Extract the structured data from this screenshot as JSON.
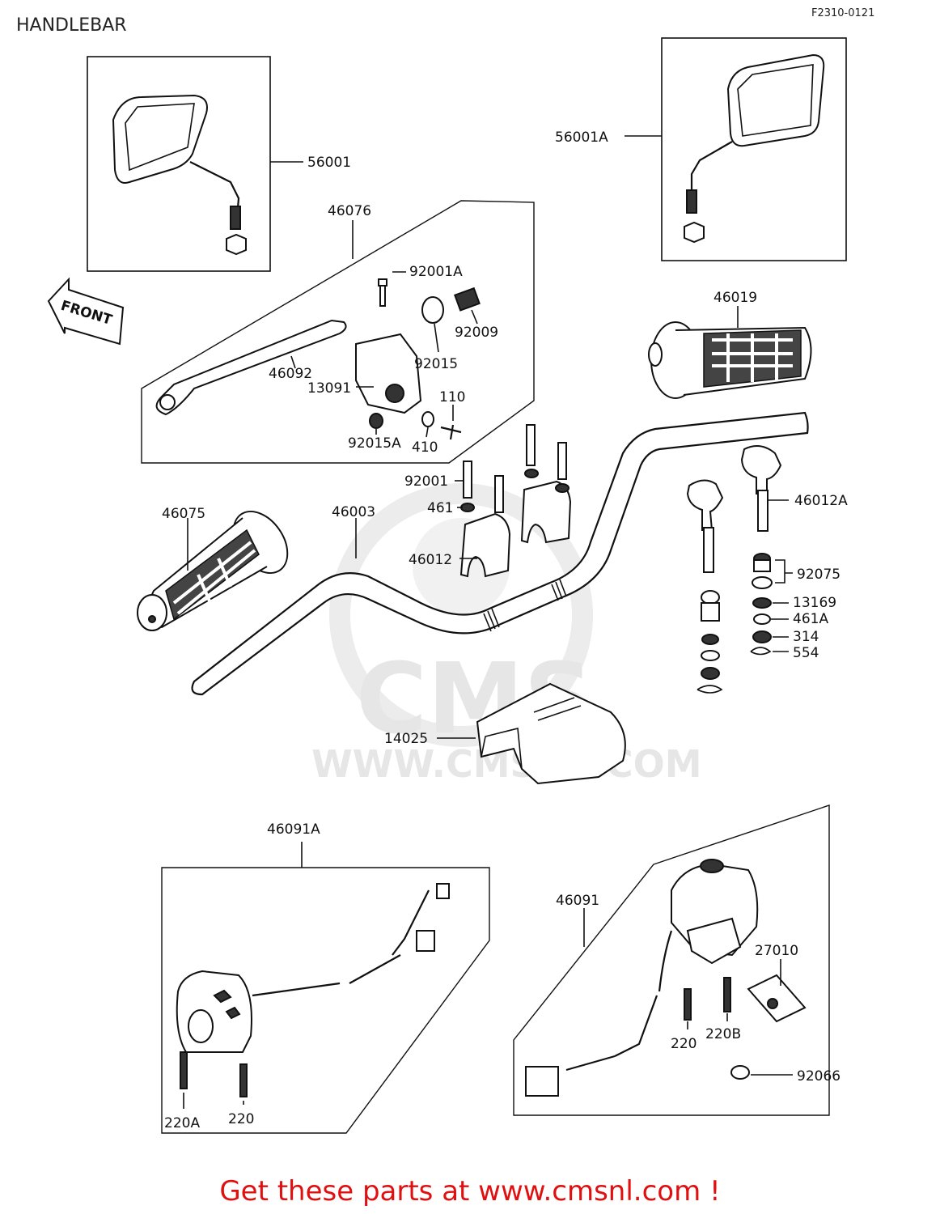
{
  "title": "HANDLEBAR",
  "diagram_code": "F2310-0121",
  "watermark": {
    "brand": "CMS",
    "url": "WWW.CMSNL.COM"
  },
  "front_arrow": "FRONT",
  "parts": {
    "p56001": "56001",
    "p56001A": "56001A",
    "p46076": "46076",
    "p92001A": "92001A",
    "p92009": "92009",
    "p46019": "46019",
    "p46092": "46092",
    "p92015": "92015",
    "p13091": "13091",
    "p110": "110",
    "p92015A": "92015A",
    "p410": "410",
    "p92001": "92001",
    "p461": "461",
    "p46003": "46003",
    "p46075": "46075",
    "p46012": "46012",
    "p46012A": "46012A",
    "p92075": "92075",
    "p13169": "13169",
    "p461A": "461A",
    "p314": "314",
    "p554": "554",
    "p14025": "14025",
    "p46091A": "46091A",
    "p46091": "46091",
    "p27010": "27010",
    "p220a": "220",
    "p220B": "220B",
    "p92066": "92066",
    "p220A": "220A",
    "p220b": "220"
  },
  "footer": "Get these parts at www.cmsnl.com !"
}
